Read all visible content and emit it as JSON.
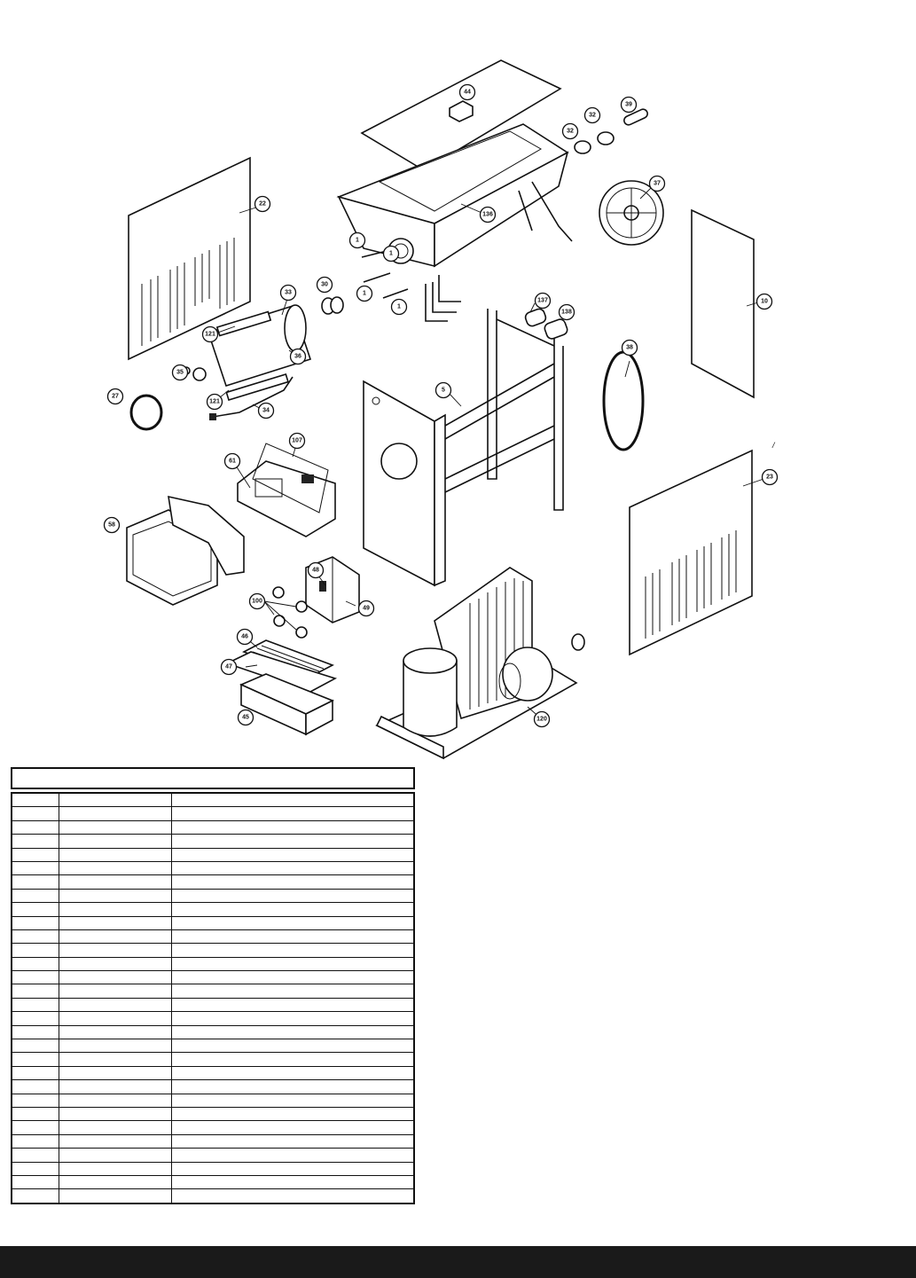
{
  "callouts": [
    {
      "id": "44",
      "label": "44"
    },
    {
      "id": "32a",
      "label": "32"
    },
    {
      "id": "32b",
      "label": "32"
    },
    {
      "id": "39",
      "label": "39"
    },
    {
      "id": "37",
      "label": "37"
    },
    {
      "id": "22",
      "label": "22"
    },
    {
      "id": "136",
      "label": "136"
    },
    {
      "id": "1a",
      "label": "1"
    },
    {
      "id": "1b",
      "label": "1"
    },
    {
      "id": "1c",
      "label": "1"
    },
    {
      "id": "1d",
      "label": "1"
    },
    {
      "id": "10",
      "label": "10"
    },
    {
      "id": "33",
      "label": "33"
    },
    {
      "id": "30",
      "label": "30"
    },
    {
      "id": "137",
      "label": "137"
    },
    {
      "id": "138",
      "label": "138"
    },
    {
      "id": "121a",
      "label": "121"
    },
    {
      "id": "36",
      "label": "36"
    },
    {
      "id": "38",
      "label": "38"
    },
    {
      "id": "35",
      "label": "35"
    },
    {
      "id": "27",
      "label": "27"
    },
    {
      "id": "5",
      "label": "5"
    },
    {
      "id": "121b",
      "label": "121"
    },
    {
      "id": "34",
      "label": "34"
    },
    {
      "id": "107",
      "label": "107"
    },
    {
      "id": "61",
      "label": "61"
    },
    {
      "id": "23",
      "label": "23"
    },
    {
      "id": "58",
      "label": "58"
    },
    {
      "id": "48",
      "label": "48"
    },
    {
      "id": "49",
      "label": "49"
    },
    {
      "id": "100",
      "label": "100"
    },
    {
      "id": "46",
      "label": "46"
    },
    {
      "id": "47",
      "label": "47"
    },
    {
      "id": "45",
      "label": "45"
    },
    {
      "id": "120",
      "label": "120"
    }
  ],
  "stray_mark": "/",
  "parts_table": {
    "title": "",
    "rows": 30
  }
}
